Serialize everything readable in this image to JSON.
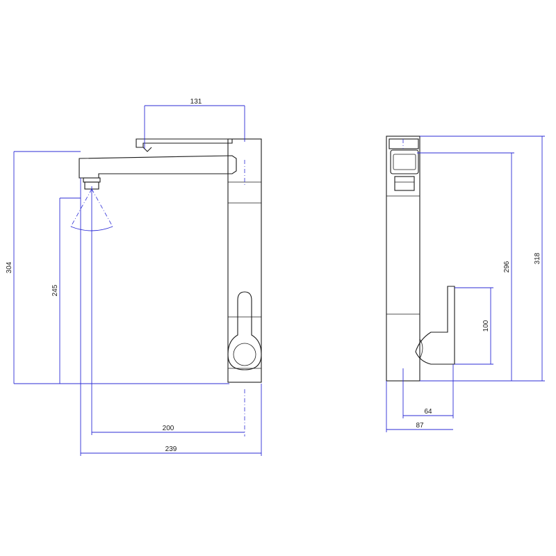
{
  "drawing": {
    "front_view": {
      "dim_spout_width": "131",
      "dim_total_height": "304",
      "dim_outlet_height": "245",
      "dim_reach": "200",
      "dim_total_width": "239"
    },
    "side_view": {
      "dim_total_height": "318",
      "dim_spout_height": "296",
      "dim_lever_height": "100",
      "dim_lever_depth": "64",
      "dim_base_depth": "87"
    },
    "colors": {
      "outline": "#1a1a1a",
      "dimension": "#2b2bd6"
    }
  }
}
